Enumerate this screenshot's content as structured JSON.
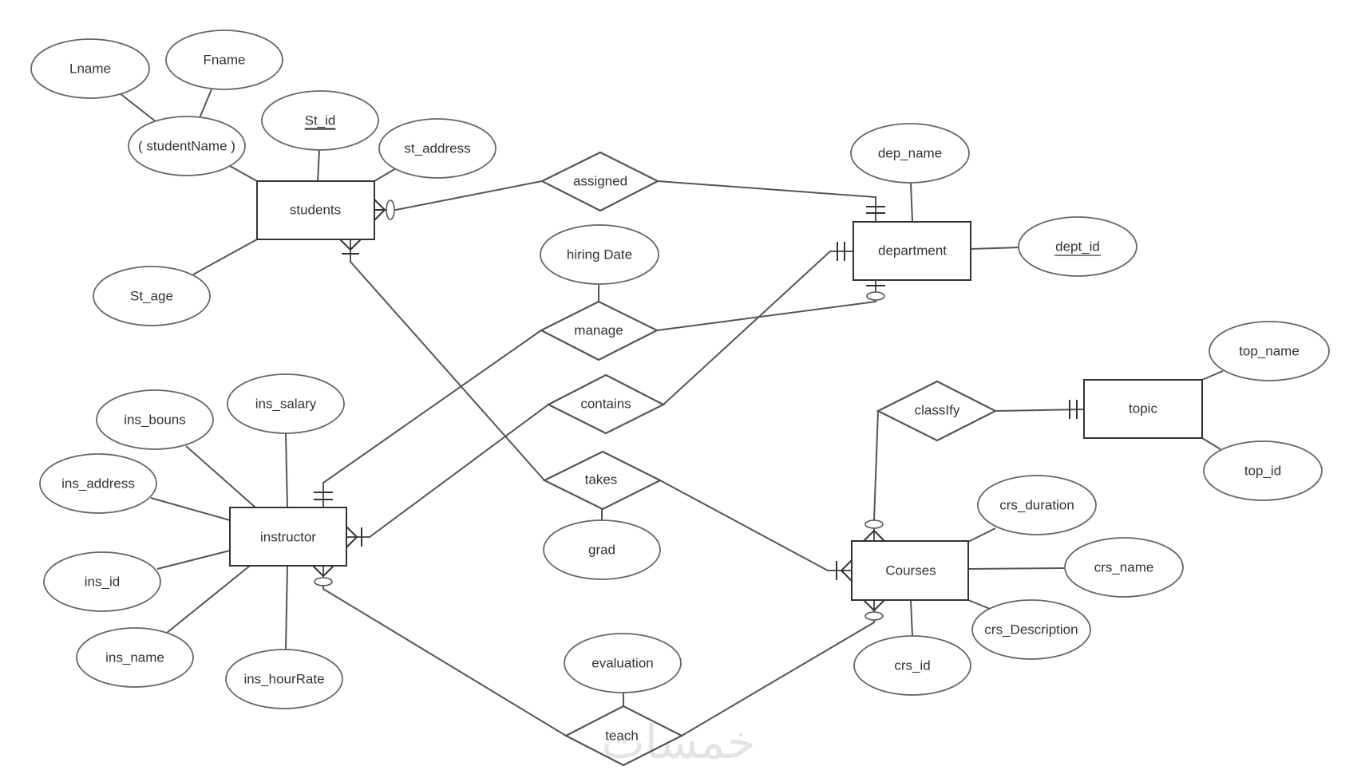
{
  "diagram": {
    "type": "Entity-Relationship diagram (crow's foot notation)",
    "entities": [
      {
        "id": "students",
        "label": "students"
      },
      {
        "id": "department",
        "label": "department"
      },
      {
        "id": "instructor",
        "label": "instructor"
      },
      {
        "id": "courses",
        "label": "Courses"
      },
      {
        "id": "topic",
        "label": "topic"
      }
    ],
    "relationships": [
      {
        "id": "assigned",
        "label": "assigned"
      },
      {
        "id": "manage",
        "label": "manage"
      },
      {
        "id": "contains",
        "label": "contains"
      },
      {
        "id": "takes",
        "label": "takes"
      },
      {
        "id": "classify",
        "label": "classIfy"
      },
      {
        "id": "teach",
        "label": "teach"
      }
    ],
    "attributes": [
      {
        "id": "lname",
        "label": "Lname",
        "key": false
      },
      {
        "id": "fname",
        "label": "Fname",
        "key": false
      },
      {
        "id": "student_name",
        "label": "( studentName )",
        "key": false
      },
      {
        "id": "st_id",
        "label": "St_id",
        "key": true
      },
      {
        "id": "st_address",
        "label": "st_address",
        "key": false
      },
      {
        "id": "st_age",
        "label": "St_age",
        "key": false
      },
      {
        "id": "dep_name",
        "label": "dep_name",
        "key": false
      },
      {
        "id": "dept_id",
        "label": "dept_id",
        "key": true
      },
      {
        "id": "hiring_date",
        "label": "hiring Date",
        "key": false
      },
      {
        "id": "grad",
        "label": "grad",
        "key": false
      },
      {
        "id": "evaluation",
        "label": "evaluation",
        "key": false
      },
      {
        "id": "top_name",
        "label": "top_name",
        "key": false
      },
      {
        "id": "top_id",
        "label": "top_id",
        "key": false
      },
      {
        "id": "crs_duration",
        "label": "crs_duration",
        "key": false
      },
      {
        "id": "crs_name",
        "label": "crs_name",
        "key": false
      },
      {
        "id": "crs_description",
        "label": "crs_Description",
        "key": false
      },
      {
        "id": "crs_id",
        "label": "crs_id",
        "key": false
      },
      {
        "id": "ins_bouns",
        "label": "ins_bouns",
        "key": false
      },
      {
        "id": "ins_salary",
        "label": "ins_salary",
        "key": false
      },
      {
        "id": "ins_address",
        "label": "ins_address",
        "key": false
      },
      {
        "id": "ins_id",
        "label": "ins_id",
        "key": false
      },
      {
        "id": "ins_name",
        "label": "ins_name",
        "key": false
      },
      {
        "id": "ins_hourrate",
        "label": "ins_hourRate",
        "key": false
      }
    ],
    "attribute_links": [
      {
        "from": "lname",
        "to": "student_name"
      },
      {
        "from": "fname",
        "to": "student_name"
      },
      {
        "from": "student_name",
        "to": "students"
      },
      {
        "from": "st_id",
        "to": "students"
      },
      {
        "from": "st_address",
        "to": "students"
      },
      {
        "from": "st_age",
        "to": "students"
      },
      {
        "from": "dep_name",
        "to": "department"
      },
      {
        "from": "dept_id",
        "to": "department"
      },
      {
        "from": "hiring_date",
        "to": "manage"
      },
      {
        "from": "grad",
        "to": "takes"
      },
      {
        "from": "evaluation",
        "to": "teach"
      },
      {
        "from": "top_name",
        "to": "topic"
      },
      {
        "from": "top_id",
        "to": "topic"
      },
      {
        "from": "crs_duration",
        "to": "courses"
      },
      {
        "from": "crs_name",
        "to": "courses"
      },
      {
        "from": "crs_description",
        "to": "courses"
      },
      {
        "from": "crs_id",
        "to": "courses"
      },
      {
        "from": "ins_bouns",
        "to": "instructor"
      },
      {
        "from": "ins_salary",
        "to": "instructor"
      },
      {
        "from": "ins_address",
        "to": "instructor"
      },
      {
        "from": "ins_id",
        "to": "instructor"
      },
      {
        "from": "ins_name",
        "to": "instructor"
      },
      {
        "from": "ins_hourrate",
        "to": "instructor"
      }
    ],
    "relationship_links": [
      {
        "relationship": "assigned",
        "entity": "students",
        "cardinality": "zero-or-many"
      },
      {
        "relationship": "assigned",
        "entity": "department",
        "cardinality": "one-and-only-one"
      },
      {
        "relationship": "manage",
        "entity": "instructor",
        "cardinality": "one-and-only-one"
      },
      {
        "relationship": "manage",
        "entity": "department",
        "cardinality": "zero-or-one"
      },
      {
        "relationship": "contains",
        "entity": "instructor",
        "cardinality": "one-or-many"
      },
      {
        "relationship": "contains",
        "entity": "department",
        "cardinality": "one-and-only-one"
      },
      {
        "relationship": "takes",
        "entity": "students",
        "cardinality": "one-or-many"
      },
      {
        "relationship": "takes",
        "entity": "courses",
        "cardinality": "one-or-many"
      },
      {
        "relationship": "classify",
        "entity": "courses",
        "cardinality": "zero-or-many"
      },
      {
        "relationship": "classify",
        "entity": "topic",
        "cardinality": "one-and-only-one"
      },
      {
        "relationship": "teach",
        "entity": "instructor",
        "cardinality": "zero-or-many"
      },
      {
        "relationship": "teach",
        "entity": "courses",
        "cardinality": "zero-or-many"
      }
    ]
  },
  "watermark": {
    "text": "خمسات"
  }
}
